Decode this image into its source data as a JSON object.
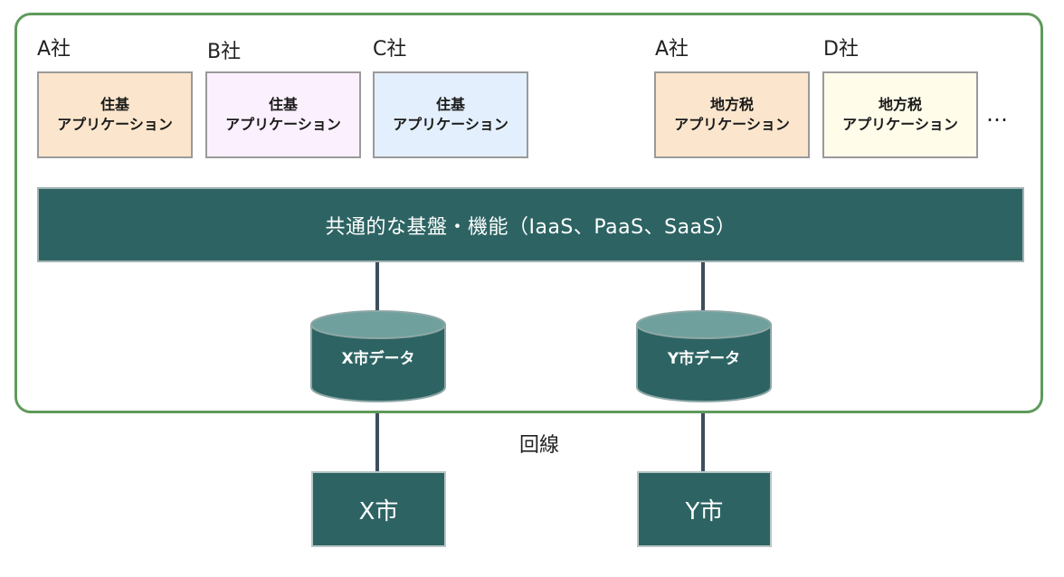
{
  "companies": {
    "a1": "A社",
    "b": "B社",
    "c": "C社",
    "a2": "A社",
    "d": "D社"
  },
  "apps": [
    {
      "line1": "住基",
      "line2": "アプリケーション",
      "bg": "#fbe6cd"
    },
    {
      "line1": "住基",
      "line2": "アプリケーション",
      "bg": "#fbf0fd"
    },
    {
      "line1": "住基",
      "line2": "アプリケーション",
      "bg": "#e3effc"
    },
    {
      "line1": "地方税",
      "line2": "アプリケーション",
      "bg": "#fbe6cd"
    },
    {
      "line1": "地方税",
      "line2": "アプリケーション",
      "bg": "#fffcea"
    }
  ],
  "ellipsis": "…",
  "platform": {
    "label": "共通的な基盤・機能（IaaS、PaaS、SaaS）"
  },
  "databases": {
    "x": "X市データ",
    "y": "Y市データ"
  },
  "circuit_label": "回線",
  "cities": {
    "x": "X市",
    "y": "Y市"
  },
  "colors": {
    "frame": "#5f9a5a",
    "platform": "#2d6463",
    "cylinder_top": "#6fa09d",
    "connector": "#3d4e5e"
  }
}
